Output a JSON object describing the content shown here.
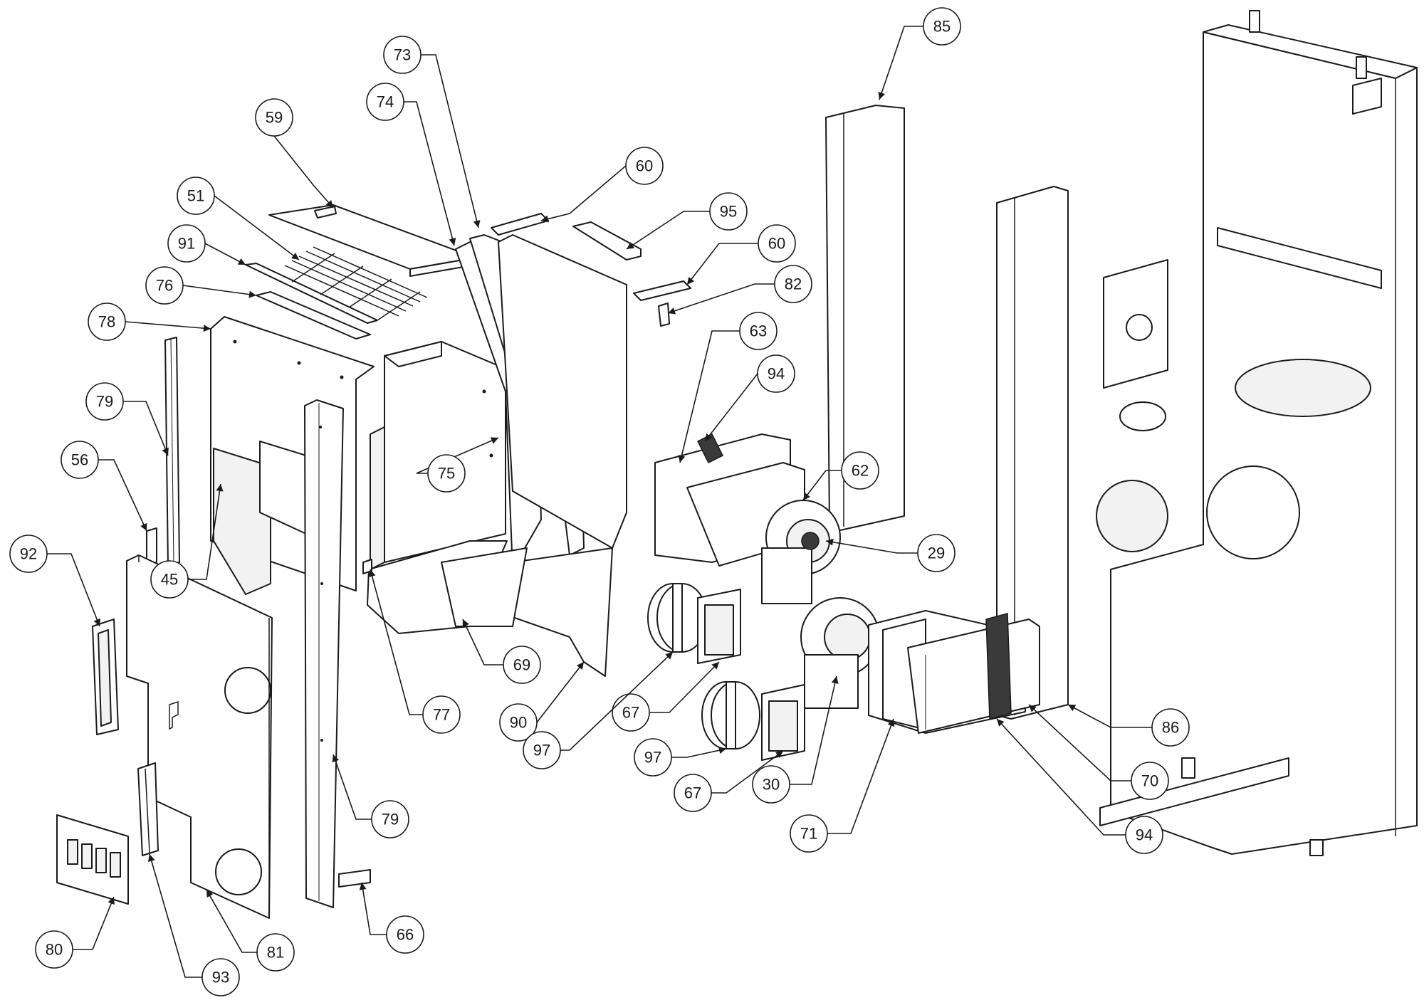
{
  "diagram": {
    "callouts": [
      {
        "label": "85"
      },
      {
        "label": "73"
      },
      {
        "label": "74"
      },
      {
        "label": "59"
      },
      {
        "label": "60"
      },
      {
        "label": "95"
      },
      {
        "label": "51"
      },
      {
        "label": "60"
      },
      {
        "label": "91"
      },
      {
        "label": "82"
      },
      {
        "label": "76"
      },
      {
        "label": "63"
      },
      {
        "label": "78"
      },
      {
        "label": "94"
      },
      {
        "label": "79"
      },
      {
        "label": "56"
      },
      {
        "label": "75"
      },
      {
        "label": "62"
      },
      {
        "label": "29"
      },
      {
        "label": "92"
      },
      {
        "label": "45"
      },
      {
        "label": "69"
      },
      {
        "label": "90"
      },
      {
        "label": "77"
      },
      {
        "label": "67"
      },
      {
        "label": "97"
      },
      {
        "label": "86"
      },
      {
        "label": "97"
      },
      {
        "label": "70"
      },
      {
        "label": "30"
      },
      {
        "label": "67"
      },
      {
        "label": "79"
      },
      {
        "label": "71"
      },
      {
        "label": "94"
      },
      {
        "label": "66"
      },
      {
        "label": "80"
      },
      {
        "label": "81"
      },
      {
        "label": "93"
      }
    ]
  }
}
